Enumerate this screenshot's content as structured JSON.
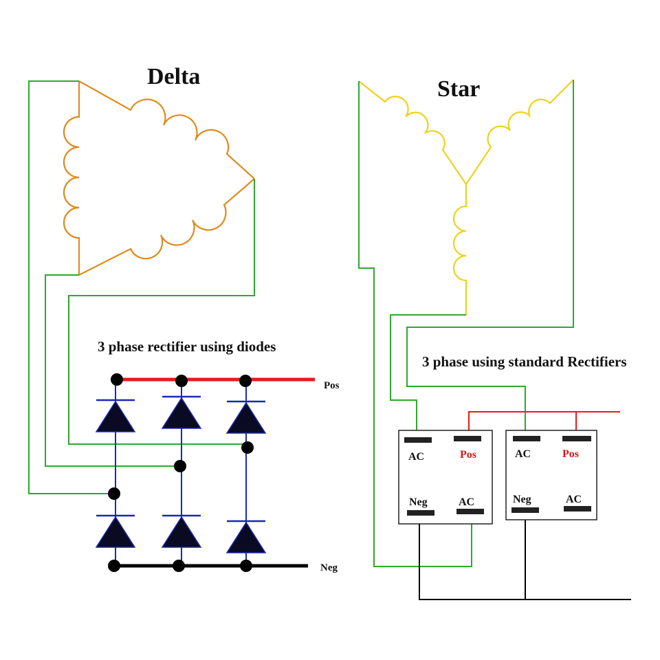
{
  "delta": {
    "title": "Delta",
    "rectifier_caption": "3 phase rectifier using diodes",
    "pos_label": "Pos",
    "neg_label": "Neg"
  },
  "star": {
    "title": "Star",
    "rectifier_caption": "3 phase using standard Rectifiers",
    "rectifier_1": {
      "ac_top": "AC",
      "pos": "Pos",
      "neg": "Neg",
      "ac_bottom": "AC"
    },
    "rectifier_2": {
      "ac_top": "AC",
      "pos": "Pos",
      "neg": "Neg",
      "ac_bottom": "AC"
    }
  },
  "colors": {
    "coil": "#e08a1e",
    "star_coil": "#eed21a",
    "wire_ac": "#2ea82e",
    "wire_pos": "#e81a1a",
    "wire_neg": "#000000",
    "diode_link": "#1a28b4"
  }
}
